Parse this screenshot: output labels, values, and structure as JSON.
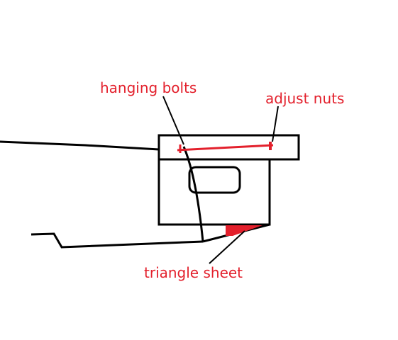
{
  "colors": {
    "background": "#ffffff",
    "line": "#000000",
    "accent": "#e3202c"
  },
  "labels": {
    "hanging_bolts": "hanging bolts",
    "adjust_nuts": "adjust nuts",
    "triangle_sheet": "triangle sheet"
  }
}
